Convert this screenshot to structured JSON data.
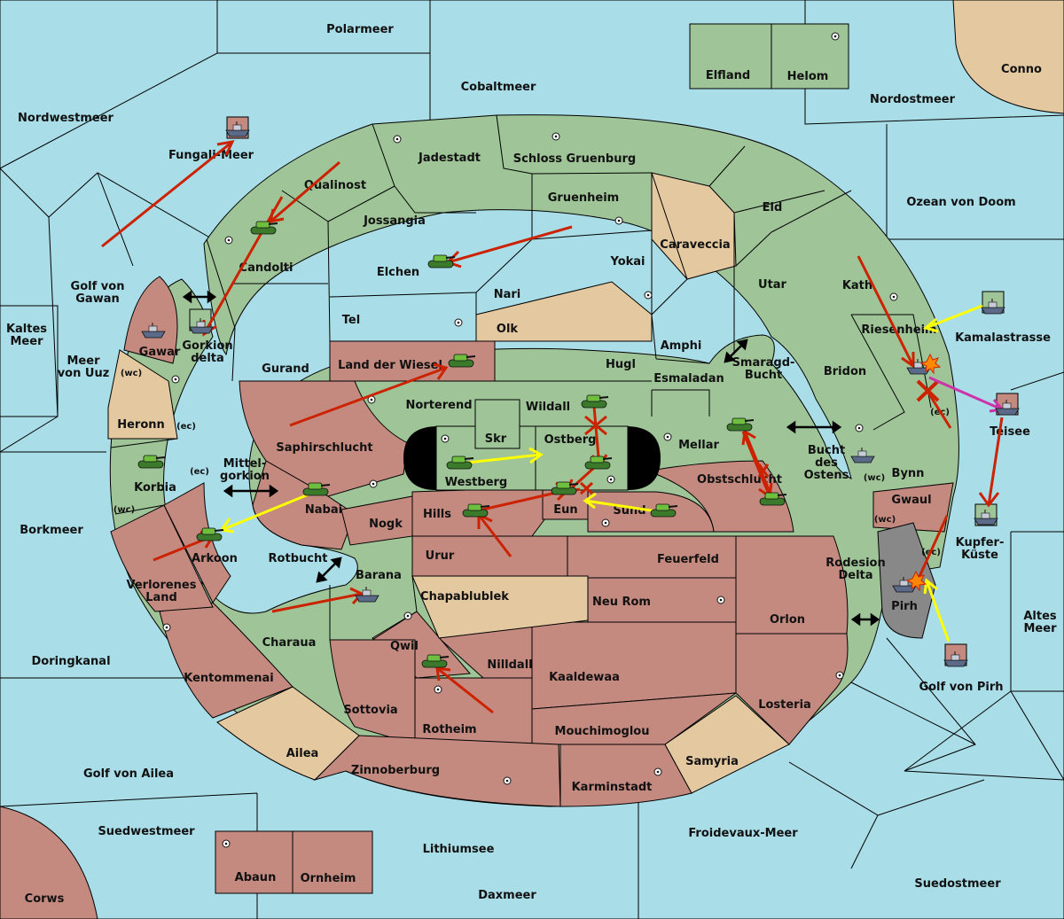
{
  "colors": {
    "sea": "#a9dde8",
    "green": "#9ec497",
    "red": "#c48a80",
    "tan": "#e4c8a0",
    "gray": "#888888",
    "order_red": "#cc2200",
    "order_yellow": "#ffff00",
    "order_magenta": "#cc33aa"
  },
  "seas": {
    "polarmeer": "Polarmeer",
    "cobaltmeer": "Cobaltmeer",
    "nordwestmeer": "Nordwestmeer",
    "nordostmeer": "Nordostmeer",
    "ozean_von_doom": "Ozean von Doom",
    "fungali_meer": "Fungali-Meer",
    "golf_von_gawan_1": "Golf von",
    "golf_von_gawan_2": "Gawan",
    "kaltes_meer_1": "Kaltes",
    "kaltes_meer_2": "Meer",
    "meer_von_uuz_1": "Meer",
    "meer_von_uuz_2": "von Uuz",
    "borkmeer": "Borkmeer",
    "doringkanal": "Doringkanal",
    "golf_von_ailea": "Golf von Ailea",
    "suedwestmeer": "Suedwestmeer",
    "lithiumsee": "Lithiumsee",
    "daxmeer": "Daxmeer",
    "froidevaux_meer": "Froidevaux-Meer",
    "suedostmeer": "Suedostmeer",
    "altes_meer_1": "Altes",
    "altes_meer_2": "Meer",
    "golf_von_pirh": "Golf von Pirh",
    "kamalastrasse": "Kamalastrasse",
    "teisee": "Teisee",
    "kupfer_1": "Kupfer-",
    "kupfer_2": "Küste",
    "gorkion_1": "Gorkion",
    "gorkion_2": "delta",
    "mittel_1": "Mittel-",
    "mittel_2": "gorkion",
    "rotbucht": "Rotbucht",
    "smaragd_1": "Smaragd-",
    "smaragd_2": "Bucht",
    "bucht_1": "Bucht",
    "bucht_2": "des",
    "bucht_3": "Ostens",
    "rodesion_1": "Rodesion",
    "rodesion_2": "Delta"
  },
  "provinces": {
    "conno": "Conno",
    "corws": "Corws",
    "elfland": "Elfland",
    "helom": "Helom",
    "abaun": "Abaun",
    "ornheim": "Ornheim",
    "jadestadt": "Jadestadt",
    "schloss": "Schloss Gruenburg",
    "qualinost": "Qualinost",
    "jossangia": "Jossangia",
    "gruenheim": "Gruenheim",
    "caraveccia": "Caraveccia",
    "eld": "Eld",
    "candolti": "Candolti",
    "elchen": "Elchen",
    "yokai": "Yokai",
    "nari": "Nari",
    "utar": "Utar",
    "kath": "Kath",
    "tel": "Tel",
    "olk": "Olk",
    "amphi": "Amphi",
    "riesenheim": "Riesenheim",
    "gurand": "Gurand",
    "land_der_wiesel": "Land der Wiesel",
    "hugl": "Hugl",
    "esmaladan": "Esmaladan",
    "bridon": "Bridon",
    "gawar": "Gawar",
    "wc": "(wc)",
    "ec": "(ec)",
    "heronn": "Heronn",
    "norterend": "Norterend",
    "wildall": "Wildall",
    "skr": "Skr",
    "ostberg": "Ostberg",
    "saphirschlucht": "Saphirschlucht",
    "mellar": "Mellar",
    "bynn": "Bynn",
    "korbia": "Korbia",
    "westberg": "Westberg",
    "obstschlucht": "Obstschlucht",
    "gwaul": "Gwaul",
    "nabai": "Nabai",
    "hills": "Hills",
    "eun": "Eun",
    "sund": "Sund",
    "nogk": "Nogk",
    "arkoon": "Arkoon",
    "urur": "Urur",
    "feuerfeld": "Feuerfeld",
    "verlorenes_1": "Verlorenes",
    "verlorenes_2": "Land",
    "barana": "Barana",
    "chapablublek": "Chapablublek",
    "neu_rom": "Neu Rom",
    "orlon": "Orlon",
    "pirh": "Pirh",
    "charaua": "Charaua",
    "qwil": "Qwil",
    "nilldall": "Nilldall",
    "kaaldewaa": "Kaaldewaa",
    "kentommenai": "Kentommenai",
    "sottovia": "Sottovia",
    "rotheim": "Rotheim",
    "mouchimoglou": "Mouchimoglou",
    "losteria": "Losteria",
    "ailea": "Ailea",
    "zinnoberburg": "Zinnoberburg",
    "samyria": "Samyria",
    "karminstadt": "Karminstadt"
  }
}
